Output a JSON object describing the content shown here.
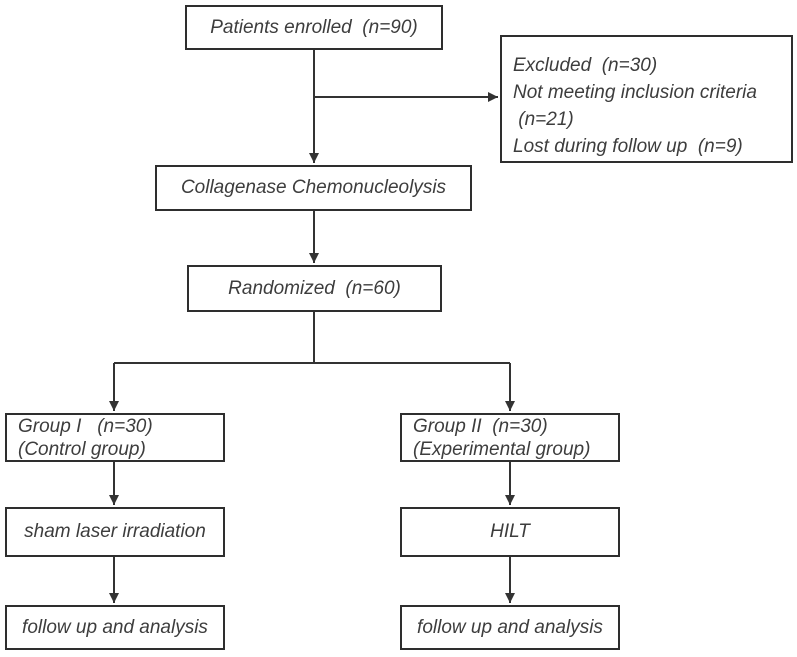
{
  "figure": {
    "type": "flow-diagram",
    "description": "Patient enrollment flowchart"
  },
  "nodes": {
    "enrolled": {
      "label": "Patients enrolled  (n=90)"
    },
    "excluded": {
      "lines": [
        "Excluded  (n=30)",
        "Not meeting inclusion criteria",
        " (n=21)",
        "Lost during follow up  (n=9)"
      ]
    },
    "chemo": {
      "label": "Collagenase Chemonucleolysis"
    },
    "randomized": {
      "label": "Randomized  (n=60)"
    },
    "group1": {
      "lines": [
        "Group I   (n=30)",
        "(Control group)"
      ]
    },
    "group2": {
      "lines": [
        "Group II  (n=30)",
        "(Experimental group)"
      ]
    },
    "sham": {
      "label": "sham laser irradiation"
    },
    "hilt": {
      "label": "HILT"
    },
    "followup1": {
      "label": "follow up and analysis"
    },
    "followup2": {
      "label": "follow up and analysis"
    }
  },
  "colors": {
    "box_border": "#2e2e2e",
    "text": "#3d3d3d",
    "arrow": "#333333",
    "background": "#ffffff"
  }
}
